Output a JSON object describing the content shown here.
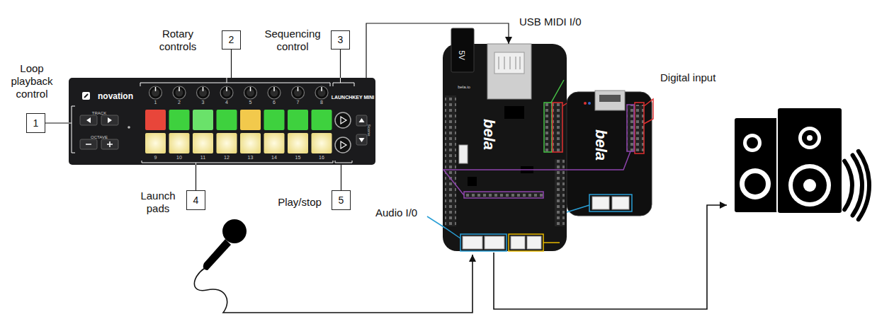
{
  "diagram": {
    "nodes": [
      {
        "text": [
          "novation",
          "TRACK",
          "OCTAVE",
          "LAUNCHKEY MINI",
          "Scene"
        ]
      },
      {
        "text": [
          "1"
        ]
      },
      {
        "text": [
          "2"
        ]
      },
      {
        "text": [
          "3"
        ]
      },
      {
        "text": [
          "4"
        ]
      },
      {
        "text": [
          "5"
        ]
      },
      {
        "text": [
          "5V",
          "bela.io",
          "bela"
        ]
      },
      {
        "text": [
          "bela"
        ]
      }
    ],
    "edges": [
      {
        "from": 1,
        "to": 0,
        "arrow": "none"
      },
      {
        "from": 2,
        "to": 0,
        "arrow": "none"
      },
      {
        "from": 3,
        "to": 0,
        "arrow": "none"
      },
      {
        "from": 4,
        "to": 0,
        "arrow": "none"
      },
      {
        "from": 5,
        "to": 0,
        "arrow": "none"
      },
      {
        "from": 0,
        "to": 6,
        "arrow": "to",
        "label": "USB MIDI I/0"
      }
    ],
    "labels": [
      "Loop playback control",
      "Rotary controls",
      "Sequencing control",
      "Launch pads",
      "Play/stop",
      "Digital input",
      "Audio I/0",
      "1",
      "2",
      "3",
      "4",
      "5",
      "6",
      "7",
      "8",
      "9",
      "10",
      "11",
      "12",
      "13",
      "14",
      "15",
      "16"
    ]
  }
}
